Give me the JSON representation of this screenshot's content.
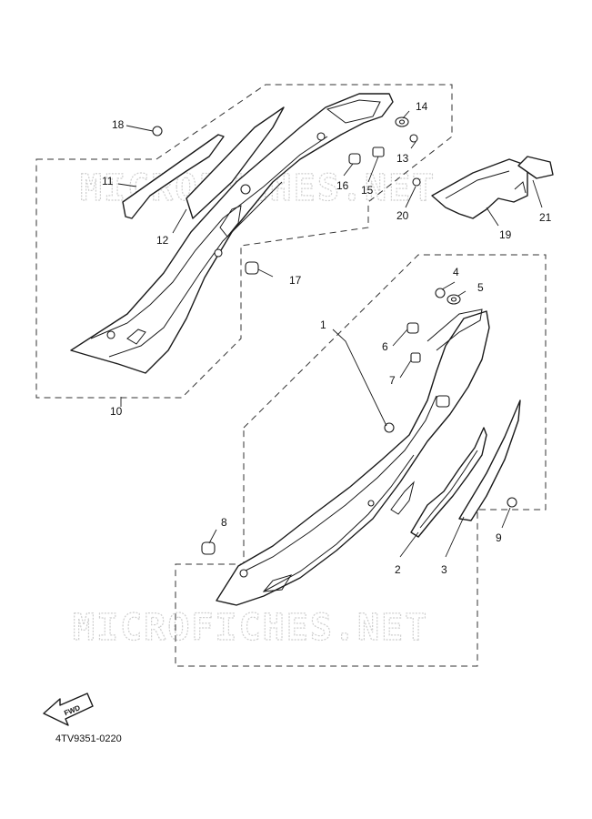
{
  "watermark": {
    "text": "MICROFICHES.NET"
  },
  "callouts": {
    "c1": "1",
    "c2": "2",
    "c3": "3",
    "c4": "4",
    "c5": "5",
    "c6": "6",
    "c7": "7",
    "c8": "8",
    "c9": "9",
    "c10": "10",
    "c11": "11",
    "c12": "12",
    "c13": "13",
    "c14": "14",
    "c15": "15",
    "c16": "16",
    "c17": "17",
    "c18": "18",
    "c19": "19",
    "c20": "20",
    "c21": "21"
  },
  "direction_arrow": {
    "label": "FWD"
  },
  "figure_code": "4TV9351-0220"
}
